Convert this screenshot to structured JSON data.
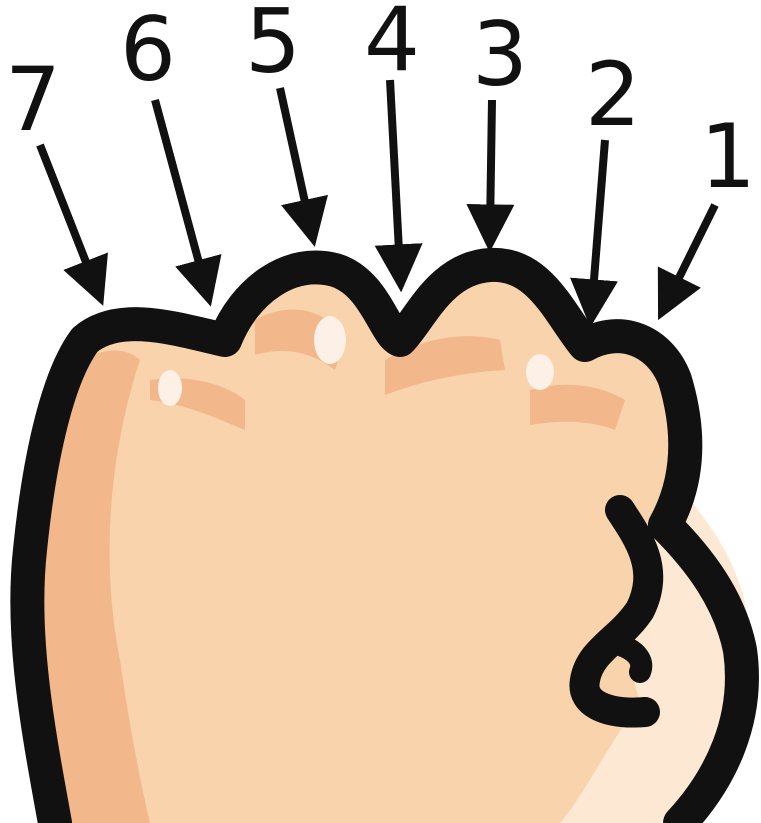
{
  "labels": [
    {
      "text": "1",
      "target": "knuckle-1"
    },
    {
      "text": "2",
      "target": "valley-2"
    },
    {
      "text": "3",
      "target": "knuckle-3"
    },
    {
      "text": "4",
      "target": "valley-4"
    },
    {
      "text": "5",
      "target": "knuckle-5"
    },
    {
      "text": "6",
      "target": "valley-6"
    },
    {
      "text": "7",
      "target": "knuckle-7"
    }
  ],
  "colors": {
    "outline": "#111111",
    "skin": "#f8d3ac",
    "skin_shadow": "#f2b88c",
    "skin_light": "#fde8d4",
    "highlight": "#fdf0e6",
    "arrow": "#111111"
  },
  "illustration": {
    "subject": "clenched-fist",
    "icon": "fist-knuckles-icon"
  }
}
